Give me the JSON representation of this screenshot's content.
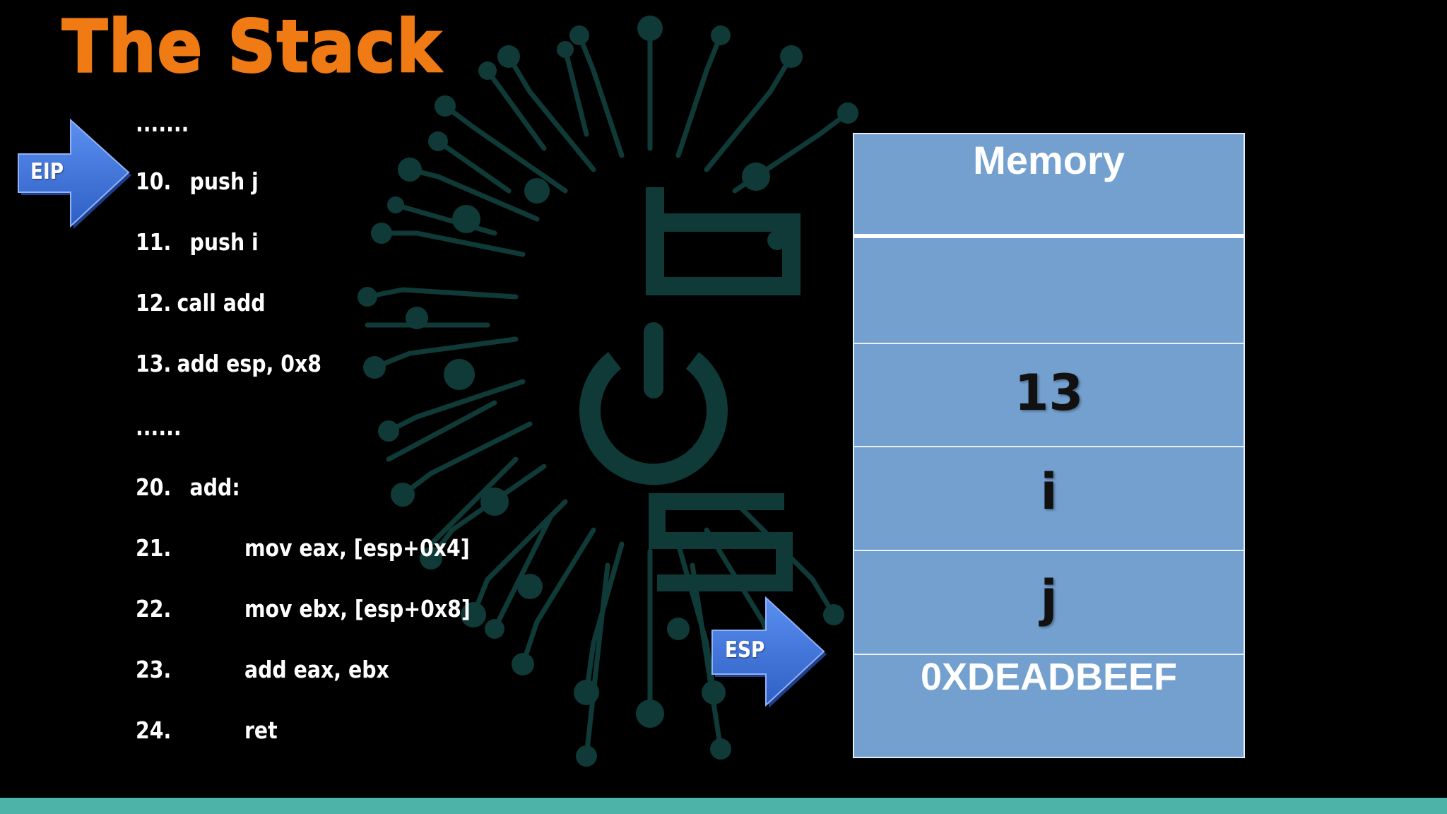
{
  "slide": {
    "title": "The Stack",
    "accent_color": "#f07a13",
    "footer_color": "#4db3a8"
  },
  "code": {
    "ellipsis_top": ".......",
    "lines": [
      {
        "num": "10.",
        "instr": "push j"
      },
      {
        "num": "11.",
        "instr": "push i"
      },
      {
        "num": "12.",
        "instr": "call add"
      },
      {
        "num": "13.",
        "instr": "add esp, 0x8"
      }
    ],
    "ellipsis_mid": "......",
    "func_lines": [
      {
        "num": "20.",
        "instr": "add:"
      },
      {
        "num": "21.",
        "instr": "mov eax,  [esp+0x4]"
      },
      {
        "num": "22.",
        "instr": "mov ebx, [esp+0x8]"
      },
      {
        "num": "23.",
        "instr": "add eax, ebx"
      },
      {
        "num": "24.",
        "instr": "ret"
      }
    ]
  },
  "pointers": {
    "eip_label": "EIP",
    "esp_label": "ESP",
    "arrow_color": "#3f74dc"
  },
  "memory": {
    "title": "Memory",
    "cells": [
      "",
      "13",
      "i",
      "j",
      "0XDEADBEEF"
    ],
    "fill_color": "#73a0cf"
  },
  "background": {
    "motif": "circuit-tree-logo",
    "color": "#0f3a37"
  }
}
